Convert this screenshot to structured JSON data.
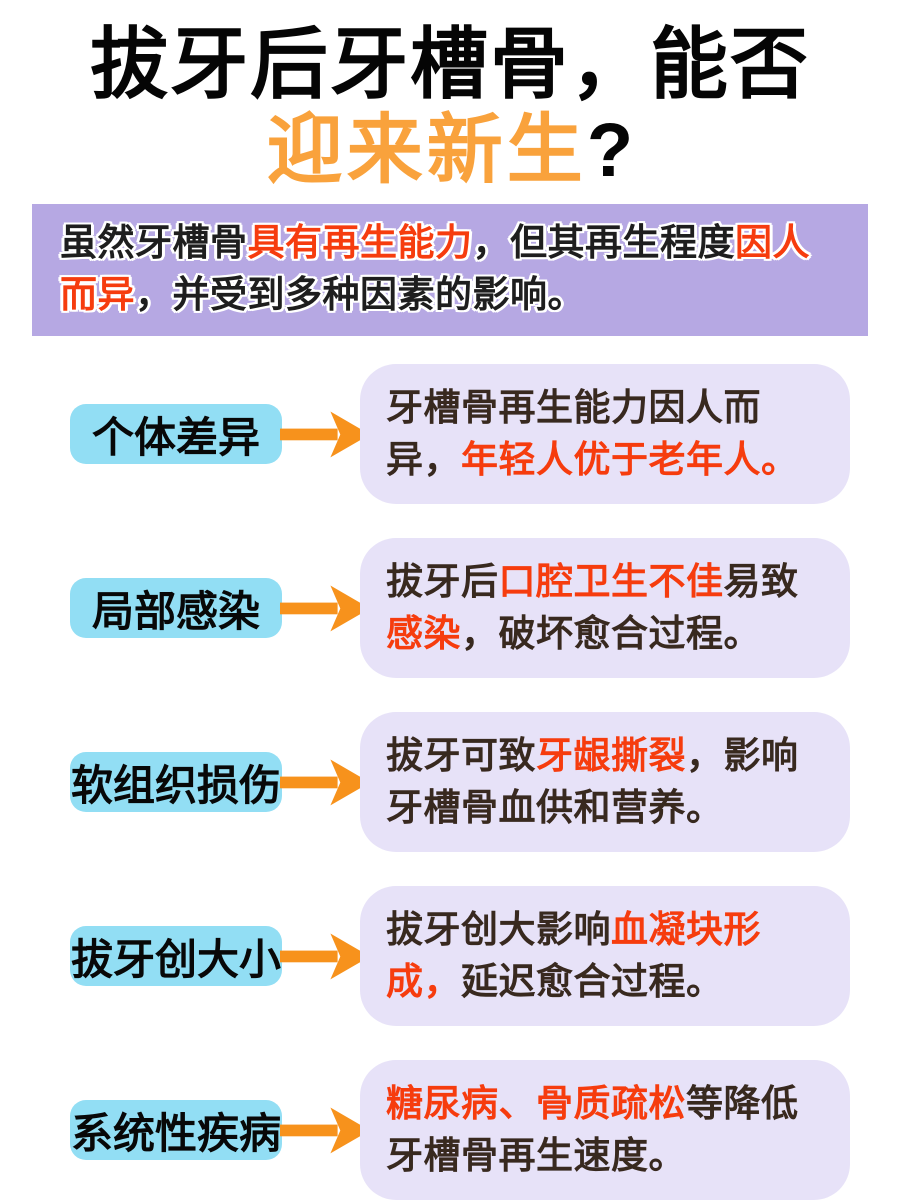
{
  "title": {
    "line1": "拔牙后牙槽骨，能否",
    "line2_highlight": "迎来新生",
    "line2_suffix": "?"
  },
  "banner": {
    "segments": [
      {
        "text": "虽然牙槽骨",
        "color": "dark"
      },
      {
        "text": "具有再生能力",
        "color": "red"
      },
      {
        "text": "，但其再生程度",
        "color": "dark"
      },
      {
        "text": "因人而异",
        "color": "red"
      },
      {
        "text": "，并受到多种因素的影响。",
        "color": "dark"
      }
    ]
  },
  "rows": [
    {
      "label": "个体差异",
      "segments": [
        {
          "text": "牙槽骨再生能力因人而异，",
          "color": "dark"
        },
        {
          "text": "年轻人优于老年人。",
          "color": "red"
        }
      ]
    },
    {
      "label": "局部感染",
      "segments": [
        {
          "text": "拔牙后",
          "color": "dark"
        },
        {
          "text": "口腔卫生不佳",
          "color": "red"
        },
        {
          "text": "易致",
          "color": "dark"
        },
        {
          "text": "感染",
          "color": "red"
        },
        {
          "text": "，破坏愈合过程。",
          "color": "dark"
        }
      ]
    },
    {
      "label": "软组织损伤",
      "segments": [
        {
          "text": "拔牙可致",
          "color": "dark"
        },
        {
          "text": "牙龈撕裂",
          "color": "red"
        },
        {
          "text": "，影响牙槽骨血供和营养。",
          "color": "dark"
        }
      ]
    },
    {
      "label": "拔牙创大小",
      "segments": [
        {
          "text": "拔牙创大影响",
          "color": "dark"
        },
        {
          "text": "血凝块形成，",
          "color": "red"
        },
        {
          "text": "延迟愈合过程。",
          "color": "dark"
        }
      ]
    },
    {
      "label": "系统性疾病",
      "segments": [
        {
          "text": "糖尿病、骨质疏松",
          "color": "red"
        },
        {
          "text": "等降低牙槽骨再生速度。",
          "color": "dark"
        }
      ]
    }
  ],
  "icons": {
    "arrow": "arrow-right-icon"
  },
  "colors": {
    "title_orange": "#f9a23c",
    "highlight_red": "#f63c0e",
    "banner_bg": "#b6a8e3",
    "label_bg": "#92def4",
    "card_bg": "#e7e2f8",
    "card_text_dark": "#38291f",
    "arrow_orange": "#f7921c"
  }
}
